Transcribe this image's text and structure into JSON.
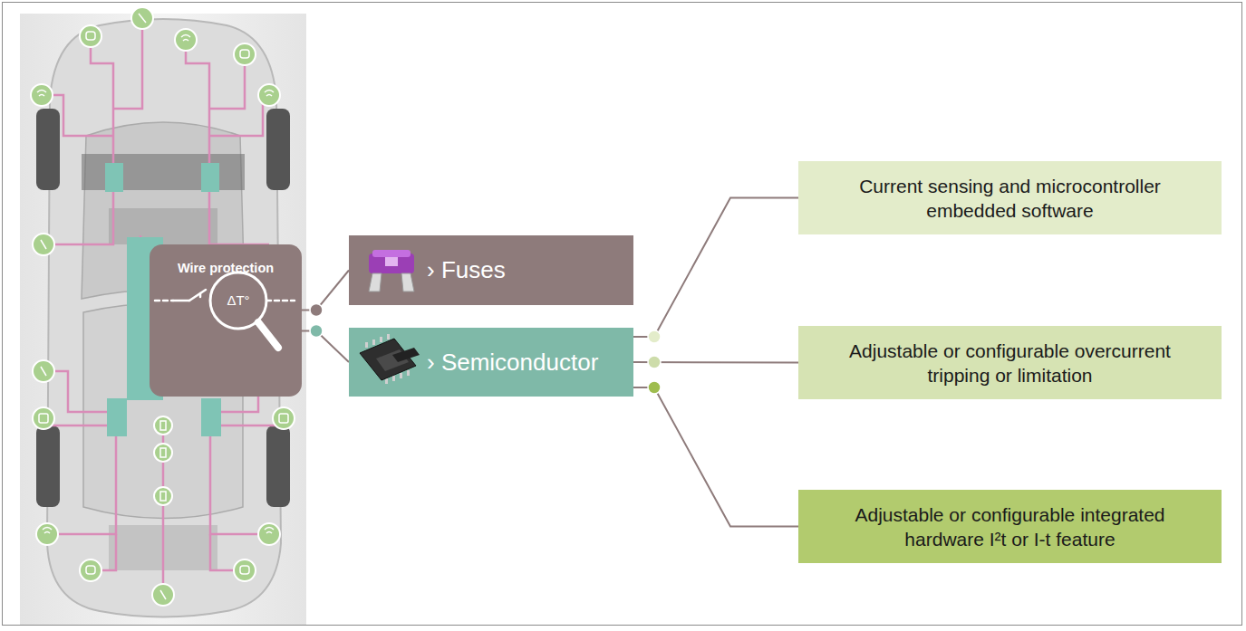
{
  "diagram": {
    "nodes": [
      {
        "text": [
          "Wire protection",
          "ΔT°"
        ]
      },
      {
        "text": [
          "› Fuses"
        ]
      },
      {
        "text": [
          "› Semiconductor"
        ]
      },
      {
        "text": [
          "Current sensing and microcontroller embedded software"
        ]
      },
      {
        "text": [
          "Adjustable or configurable overcurrent tripping or limitation"
        ]
      },
      {
        "text": [
          "Adjustable or configurable integrated hardware I²t or I-t feature"
        ]
      }
    ],
    "edges": [
      {
        "from": 0,
        "to": 1,
        "arrow": "none"
      },
      {
        "from": 0,
        "to": 2,
        "arrow": "none"
      },
      {
        "from": 2,
        "to": 3,
        "arrow": "none"
      },
      {
        "from": 2,
        "to": 4,
        "arrow": "none"
      },
      {
        "from": 2,
        "to": 5,
        "arrow": "none"
      }
    ]
  }
}
